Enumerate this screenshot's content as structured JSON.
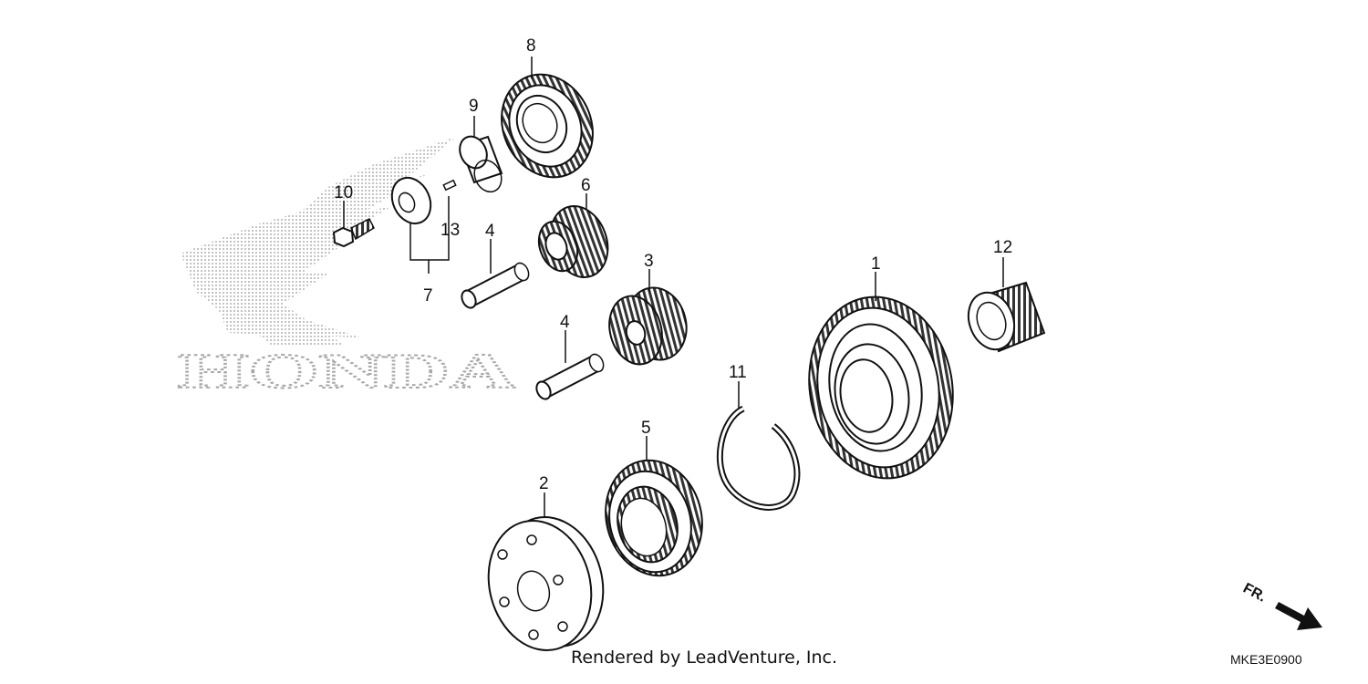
{
  "diagram": {
    "brand_watermark": "HONDA",
    "front_arrow_label": "FR.",
    "diagram_code": "MKE3E0900",
    "credit": "Rendered by LeadVenture, Inc.",
    "callouts": {
      "c1": "1",
      "c2": "2",
      "c3": "3",
      "c4a": "4",
      "c4b": "4",
      "c5": "5",
      "c6": "6",
      "c7": "7",
      "c8": "8",
      "c9": "9",
      "c10": "10",
      "c11": "11",
      "c12": "12",
      "c13": "13"
    },
    "icons": [
      "honda-wing-logo-icon",
      "front-direction-arrow-icon"
    ]
  }
}
